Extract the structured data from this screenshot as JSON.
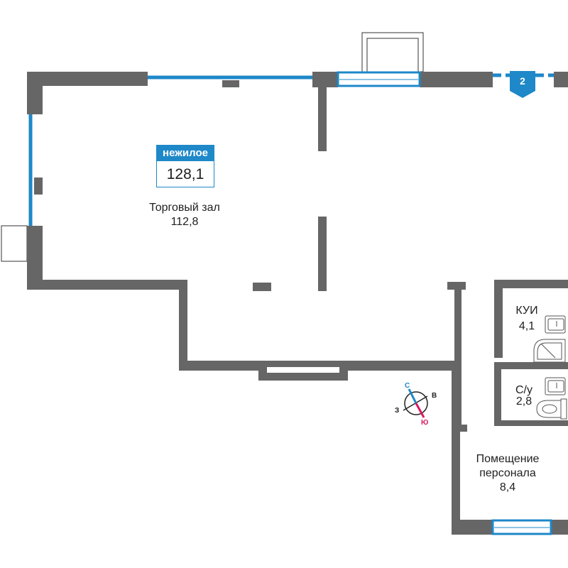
{
  "section": {
    "number": "2"
  },
  "badge": {
    "type": "нежилое",
    "area": "128,1"
  },
  "rooms": [
    {
      "name": "Торговый зал",
      "area": "112,8"
    },
    {
      "name": "КУИ",
      "area": "4,1"
    },
    {
      "name": "С/у",
      "area": "2,8"
    },
    {
      "name": "Помещение\nперсонала",
      "name_line1": "Помещение",
      "name_line2": "персонала",
      "area": "8,4"
    }
  ],
  "compass": {
    "north": "С",
    "east": "В",
    "south": "Ю",
    "west": "З"
  },
  "colors": {
    "wall": "#666666",
    "window": "#1e88c8",
    "accent": "#1e88c8",
    "south": "#d81b60"
  }
}
